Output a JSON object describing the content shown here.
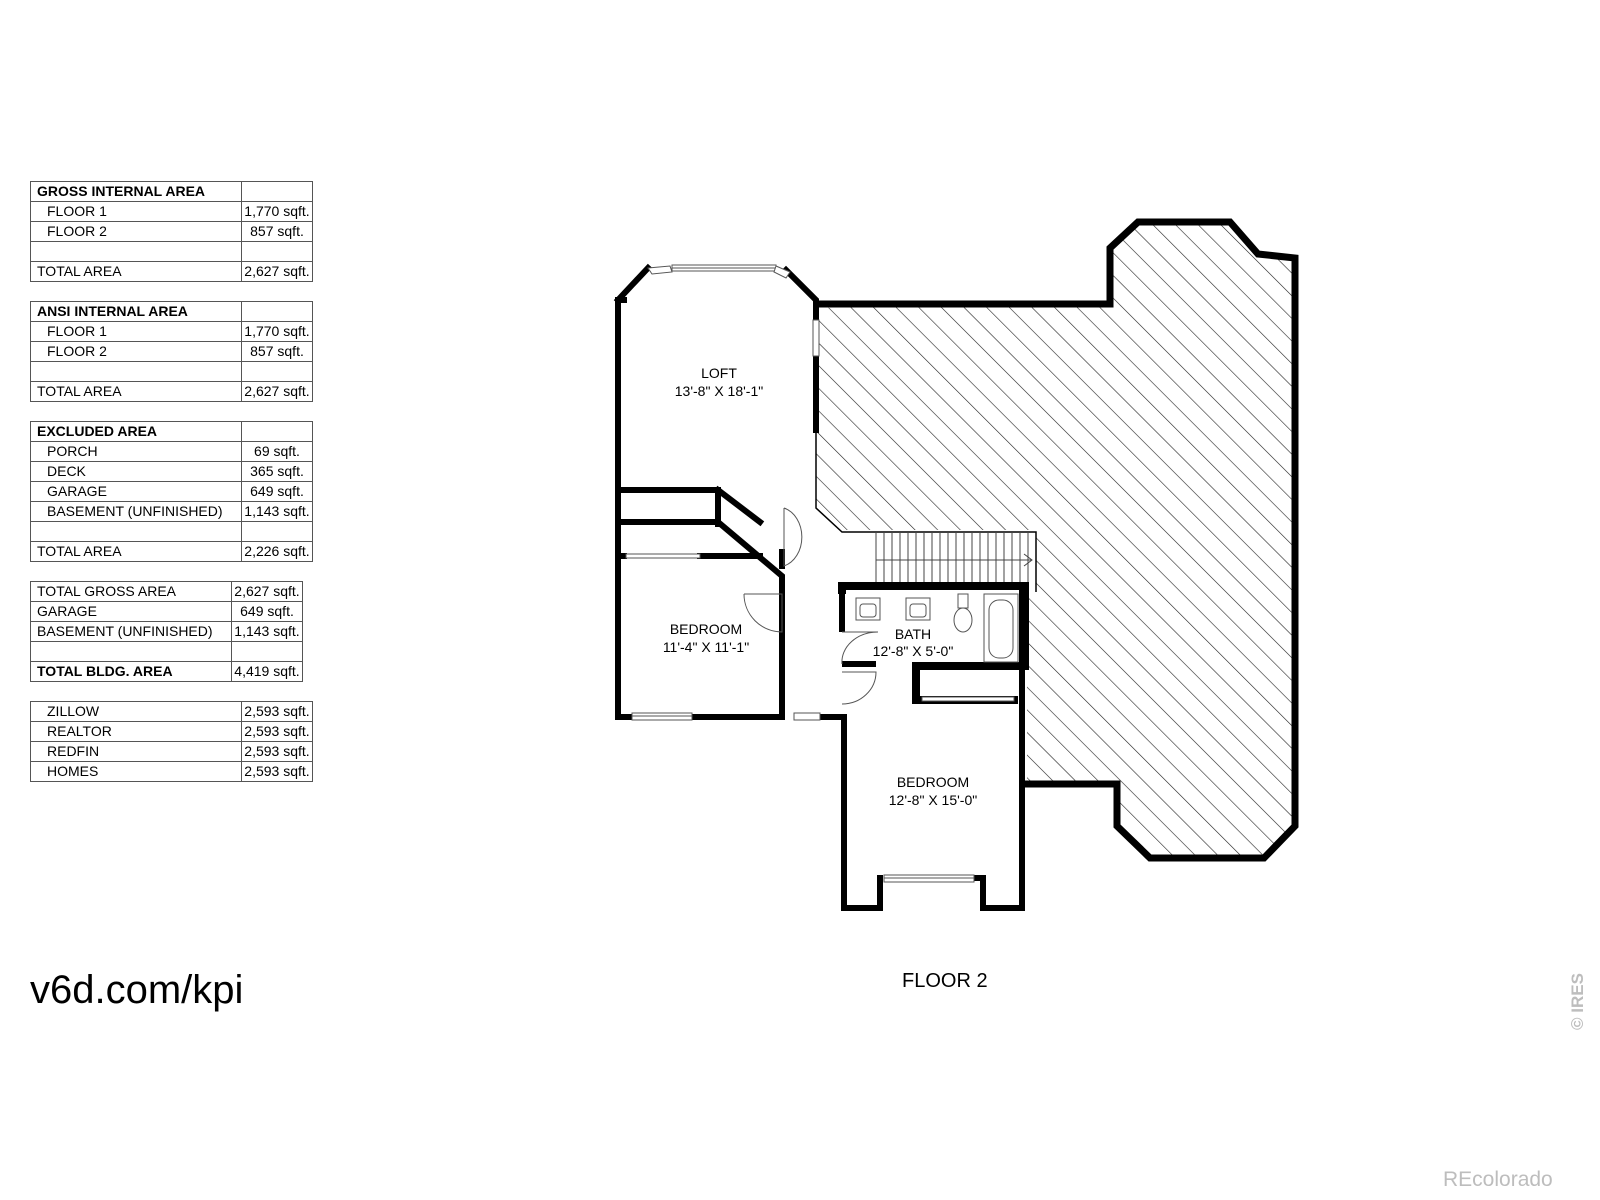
{
  "tables": [
    {
      "rows": [
        {
          "label": "GROSS INTERNAL AREA",
          "value": "",
          "header": true
        },
        {
          "label": "FLOOR 1",
          "value": "1,770 sqft.",
          "indent": true
        },
        {
          "label": "FLOOR 2",
          "value": "857 sqft.",
          "indent": true
        },
        {
          "label": "",
          "value": ""
        },
        {
          "label": "TOTAL AREA",
          "value": "2,627 sqft."
        }
      ]
    },
    {
      "rows": [
        {
          "label": "ANSI INTERNAL AREA",
          "value": "",
          "header": true
        },
        {
          "label": "FLOOR 1",
          "value": "1,770 sqft.",
          "indent": true
        },
        {
          "label": "FLOOR 2",
          "value": "857 sqft.",
          "indent": true
        },
        {
          "label": "",
          "value": ""
        },
        {
          "label": "TOTAL AREA",
          "value": "2,627 sqft."
        }
      ]
    },
    {
      "rows": [
        {
          "label": "EXCLUDED AREA",
          "value": "",
          "header": true
        },
        {
          "label": "PORCH",
          "value": "69 sqft.",
          "indent": true
        },
        {
          "label": "DECK",
          "value": "365 sqft.",
          "indent": true
        },
        {
          "label": "GARAGE",
          "value": "649 sqft.",
          "indent": true
        },
        {
          "label": "BASEMENT (UNFINISHED)",
          "value": "1,143 sqft.",
          "indent": true
        },
        {
          "label": "",
          "value": ""
        },
        {
          "label": "TOTAL AREA",
          "value": "2,226 sqft."
        }
      ]
    },
    {
      "rows": [
        {
          "label": "TOTAL GROSS AREA",
          "value": "2,627 sqft."
        },
        {
          "label": "GARAGE",
          "value": "649 sqft."
        },
        {
          "label": "BASEMENT (UNFINISHED)",
          "value": "1,143 sqft."
        },
        {
          "label": "",
          "value": ""
        },
        {
          "label": "TOTAL BLDG. AREA",
          "value": "4,419 sqft.",
          "header": true
        }
      ]
    },
    {
      "rows": [
        {
          "label": "ZILLOW",
          "value": "2,593 sqft.",
          "indent": true
        },
        {
          "label": "REALTOR",
          "value": "2,593 sqft.",
          "indent": true
        },
        {
          "label": "REDFIN",
          "value": "2,593 sqft.",
          "indent": true
        },
        {
          "label": "HOMES",
          "value": "2,593 sqft.",
          "indent": true
        }
      ]
    }
  ],
  "rooms": {
    "loft": {
      "name": "LOFT",
      "dims": "13'-8\" X 18'-1\""
    },
    "bedroom_left": {
      "name": "BEDROOM",
      "dims": "11'-4\" X 11'-1\""
    },
    "bath": {
      "name": "BATH",
      "dims": "12'-8\" X 5'-0\""
    },
    "bedroom_bottom": {
      "name": "BEDROOM",
      "dims": "12'-8\" X 15'-0\""
    }
  },
  "site_link": "v6d.com/kpi",
  "floor_caption": "FLOOR 2",
  "brand_mark": "REcolorado",
  "copyright_mark": "© IRES",
  "colors": {
    "wall": "#000000",
    "hatch": "#222222",
    "watermark": "#bdbdbd"
  }
}
